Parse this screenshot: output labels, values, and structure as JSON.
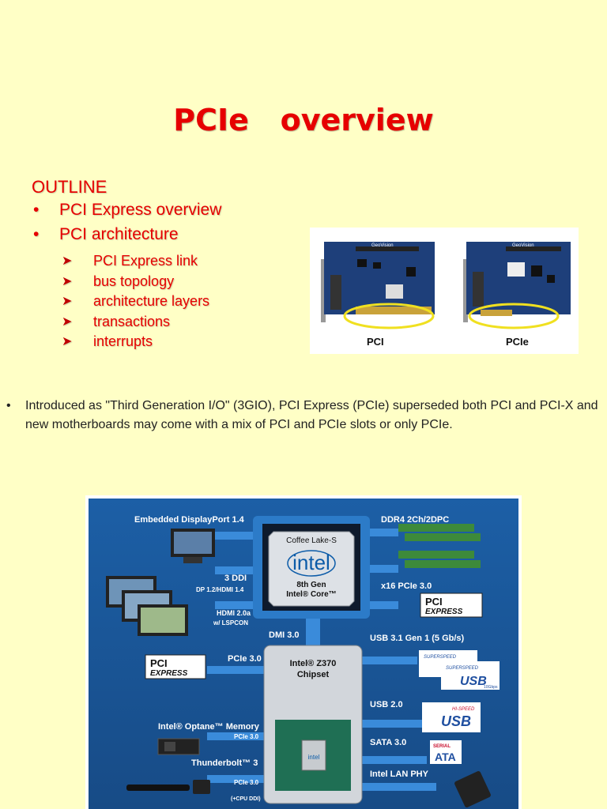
{
  "title": "PCIe   overview",
  "outline": {
    "heading": "OUTLINE",
    "items": [
      "PCI Express overview",
      "PCI architecture"
    ],
    "subitems": [
      "PCI Express link",
      "bus topology",
      "architecture layers",
      "transactions",
      "interrupts"
    ]
  },
  "photo": {
    "left_label": "PCI",
    "right_label": "PCIe",
    "brand_left": "GeoVision",
    "brand_right": "GeoVision"
  },
  "intro": {
    "text": "Introduced as \"Third Generation I/O\" (3GIO), PCI Express (PCIe) superseded both PCI and PCI-X and new motherboards may come with a mix of PCI and PCIe slots or only PCIe."
  },
  "diagram": {
    "edp": "Embedded DisplayPort 1.4",
    "ddi": "3 DDI",
    "ddi_sub": "DP 1.2/HDMI 1.4",
    "hdmi": "HDMI 2.0a",
    "hdmi_sub": "w/ LSPCON",
    "pcie_left": "PCIe 3.0",
    "optane": "Intel® Optane™ Memory",
    "optane_sub": "PCIe 3.0",
    "tbolt": "Thunderbolt™ 3",
    "tbolt_sub": "PCIe 3.0",
    "tbolt_sub2": "(+CPU DDI)",
    "ddr4": "DDR4 2Ch/2DPC",
    "x16": "x16 PCIe 3.0",
    "dmi": "DMI 3.0",
    "usb31": "USB 3.1 Gen 1 (5 Gb/s)",
    "usb20": "USB 2.0",
    "sata": "SATA 3.0",
    "lan": "Intel LAN PHY",
    "cpu_name": "Coffee Lake-S",
    "cpu_gen": "8th Gen",
    "cpu_brand": "Intel® Core™",
    "intel": "intel",
    "chipset_line1": "Intel® Z370",
    "chipset_line2": "Chipset",
    "pci": "PCI",
    "express": "EXPRESS",
    "usb": "USB",
    "superspeed": "SUPERSPEED",
    "serial": "SERIAL",
    "ata": "ATA",
    "hispeed": "HI-SPEED",
    "gbps": "10Gbps"
  },
  "colors": {
    "background": "#FFFFC6",
    "accent_red": "#E60000",
    "diagram_blue": "#1E5A9C",
    "link_blue": "#2F7FD0"
  }
}
